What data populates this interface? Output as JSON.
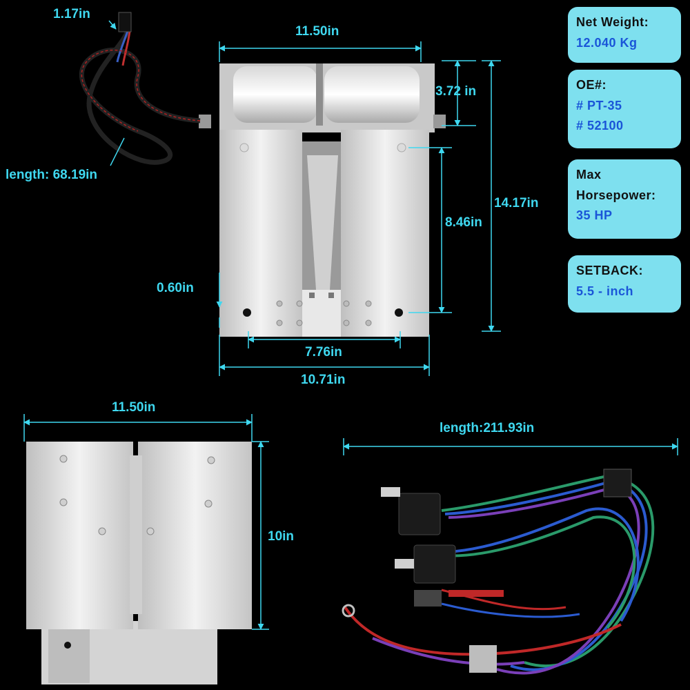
{
  "dimensions": {
    "connector_length": "1.17in",
    "cable_length": "length: 68.19in",
    "top_width": "11.50in",
    "roller_height": "3.72 in",
    "total_height": "14.17in",
    "plate_height": "8.46in",
    "hole_offset": "0.60in",
    "hole_spacing": "7.76in",
    "bottom_width": "10.71in",
    "back_width": "11.50in",
    "back_height": "10in",
    "harness_length": "length:211.93in"
  },
  "specs": {
    "net_weight": {
      "label": "Net Weight:",
      "value": "12.040 Kg"
    },
    "oe": {
      "label": "OE#:",
      "values": [
        "# PT-35",
        "# 52100"
      ]
    },
    "max_hp": {
      "label_line1": "Max",
      "label_line2": "Horsepower:",
      "value": "35 HP"
    },
    "setback": {
      "label": "SETBACK:",
      "value": "5.5 - inch"
    }
  },
  "colors": {
    "accent": "#3fd8f0",
    "card": "#7ee0ef",
    "card_value": "#1a55d8"
  }
}
